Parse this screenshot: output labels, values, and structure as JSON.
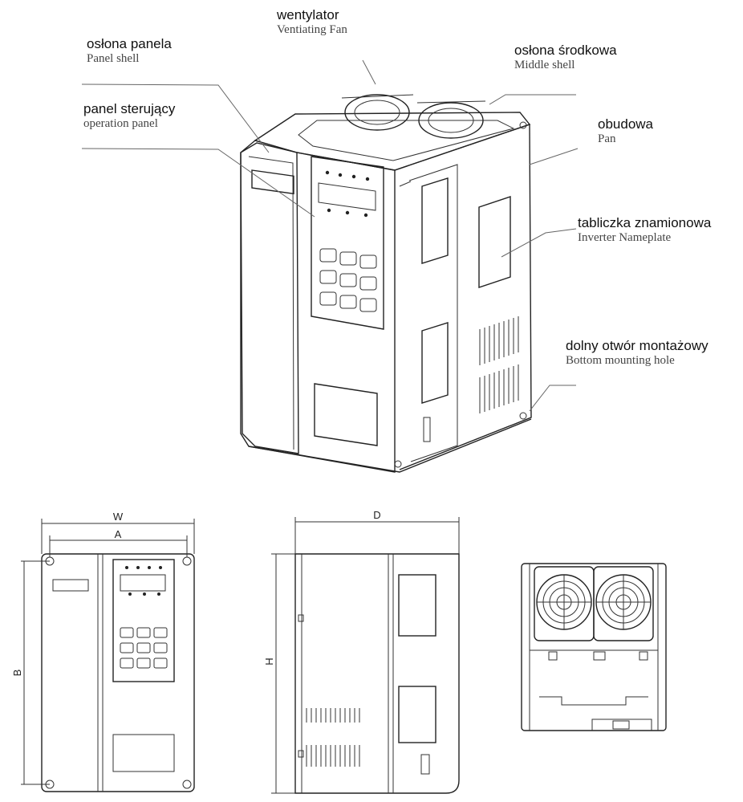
{
  "callouts": [
    {
      "id": "fan",
      "pl": "wentylator",
      "en": "Ventiating Fan"
    },
    {
      "id": "panel-shell",
      "pl": "osłona panela",
      "en": "Panel shell"
    },
    {
      "id": "middle-shell",
      "pl": "osłona środkowa",
      "en": "Middle shell"
    },
    {
      "id": "operation-panel",
      "pl": "panel sterujący",
      "en": "operation panel"
    },
    {
      "id": "pan",
      "pl": "obudowa",
      "en": "Pan"
    },
    {
      "id": "nameplate",
      "pl": "tabliczka znamionowa",
      "en": "Inverter Nameplate"
    },
    {
      "id": "mounting-hole",
      "pl": "dolny otwór montażowy",
      "en": "Bottom mounting hole"
    }
  ],
  "dimensions": {
    "width": "W",
    "mount_width": "A",
    "mount_height": "B",
    "height": "H",
    "depth": "D"
  }
}
